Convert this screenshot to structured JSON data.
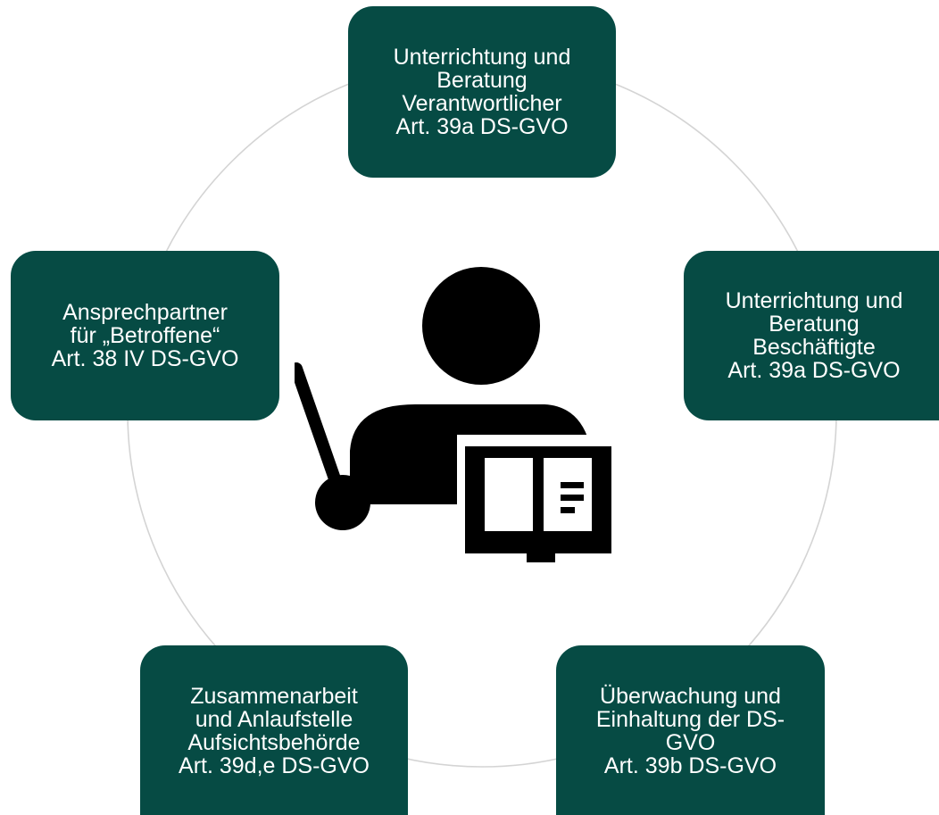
{
  "colors": {
    "node_fill": "#064b44",
    "node_text": "#ffffff",
    "ring": "#d4d4d4",
    "icon": "#000000"
  },
  "center_icon": "teacher-with-pointer-and-book-icon",
  "nodes": {
    "top": {
      "lines": [
        "Unterrichtung und",
        "Beratung",
        "Verantwortlicher",
        "Art. 39a DS-GVO"
      ]
    },
    "right": {
      "lines": [
        "Unterrichtung und",
        "Beratung",
        "Beschäftigte",
        "Art. 39a DS-GVO"
      ]
    },
    "bottom_right": {
      "lines": [
        "Überwachung und",
        "Einhaltung der DS-",
        "GVO",
        "Art. 39b DS-GVO"
      ]
    },
    "bottom_left": {
      "lines": [
        "Zusammenarbeit",
        "und Anlaufstelle",
        "Aufsichtsbehörde",
        "Art. 39d,e DS-GVO"
      ]
    },
    "left": {
      "lines": [
        "Ansprechpartner",
        "für „Betroffene“",
        "Art. 38 IV DS-GVO"
      ]
    }
  }
}
